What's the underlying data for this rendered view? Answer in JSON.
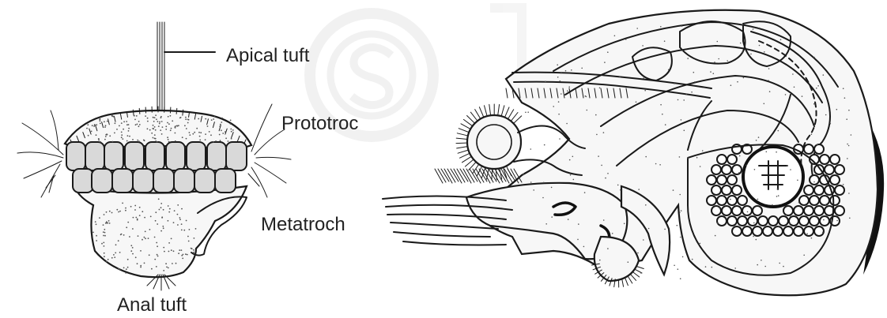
{
  "labels": {
    "apical_tuft": "Apical tuft",
    "prototroch": "Prototroc",
    "metatroch": "Metatroch",
    "anal_tuft": "Anal tuft"
  },
  "colors": {
    "ink": "#1a1a1a",
    "ciliary_band": "#d9d9d9",
    "watermark": "#e6e6e6"
  }
}
